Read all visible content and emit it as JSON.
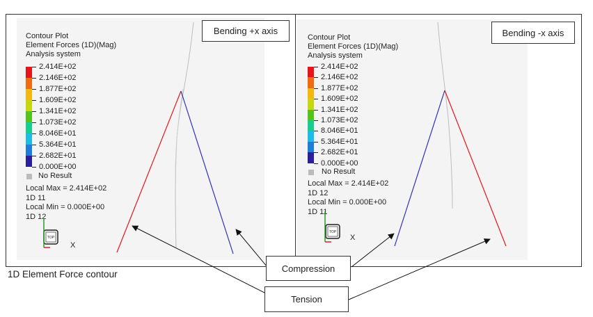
{
  "panels": [
    {
      "id": "left",
      "legend_title": [
        "Contour Plot",
        "Element Forces (1D)(Mag)",
        "Analysis system"
      ],
      "scale_labels": [
        "2.414E+02",
        "2.146E+02",
        "1.877E+02",
        "1.609E+02",
        "1.341E+02",
        "1.073E+02",
        "8.046E+01",
        "5.364E+01",
        "2.682E+01",
        "0.000E+00"
      ],
      "no_result": "No Result",
      "local_max": "Local Max = 2.414E+02",
      "max_element": "1D 11",
      "local_min": "Local Min = 0.000E+00",
      "min_element": "1D 12",
      "axis_label": "X",
      "cube_label": "TOP",
      "callout": "Bending +x axis"
    },
    {
      "id": "right",
      "legend_title": [
        "Contour Plot",
        "Element Forces (1D)(Mag)",
        "Analysis system"
      ],
      "scale_labels": [
        "2.414E+02",
        "2.146E+02",
        "1.877E+02",
        "1.609E+02",
        "1.341E+02",
        "1.073E+02",
        "8.046E+01",
        "5.364E+01",
        "2.682E+01",
        "0.000E+00"
      ],
      "no_result": "No Result",
      "local_max": "Local Max = 2.414E+02",
      "max_element": "1D 12",
      "local_min": "Local Min = 0.000E+00",
      "min_element": "1D 11",
      "axis_label": "X",
      "cube_label": "TOP",
      "callout": "Bending -x axis"
    }
  ],
  "scale_colors": [
    "#e8141b",
    "#f06a12",
    "#f6b70f",
    "#c6d80c",
    "#52c41a",
    "#16cf8e",
    "#1cbce4",
    "#1f7cd9",
    "#2438c4",
    "#2a1f9a"
  ],
  "annotations": {
    "compression": "Compression",
    "tension": "Tension"
  },
  "caption": "1D Element Force contour"
}
